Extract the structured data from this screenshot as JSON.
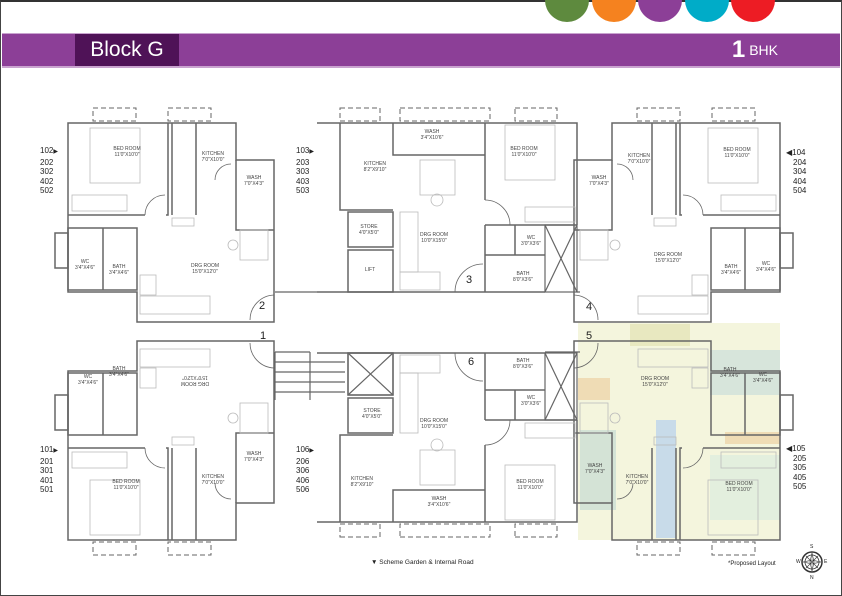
{
  "header": {
    "block_label": "Block G",
    "type_number": "1",
    "type_label": "BHK"
  },
  "brand_dots": [
    "#5e8a3e",
    "#f5821f",
    "#8c3f97",
    "#00acc8",
    "#ed1c24"
  ],
  "units": [
    {
      "id": "u102",
      "flats": [
        "102",
        "202",
        "302",
        "402",
        "502"
      ],
      "rooms": [
        {
          "name": "Bed Room",
          "dim": "11'0\"X10'0\""
        },
        {
          "name": "Kitchen",
          "dim": "7'0\"X10'0\""
        },
        {
          "name": "Wash",
          "dim": "7'0\"X4'3\""
        },
        {
          "name": "WC",
          "dim": "3'4\"X4'6\""
        },
        {
          "name": "Bath",
          "dim": "3'4\"X4'6\""
        },
        {
          "name": "Drg Room",
          "dim": "15'0\"X12'0\""
        }
      ]
    },
    {
      "id": "u101",
      "flats": [
        "101",
        "201",
        "301",
        "401",
        "501"
      ],
      "rooms": [
        {
          "name": "WC",
          "dim": "3'4\"X4'6\""
        },
        {
          "name": "Bath",
          "dim": "3'4\"X4'6\""
        },
        {
          "name": "Drg Room",
          "dim": "15'0\"X12'0\""
        },
        {
          "name": "Bed Room",
          "dim": "11'0\"X10'0\""
        },
        {
          "name": "Kitchen",
          "dim": "7'0\"X10'0\""
        },
        {
          "name": "Wash",
          "dim": "7'0\"X4'3\""
        }
      ]
    },
    {
      "id": "u103",
      "flats": [
        "103",
        "203",
        "303",
        "403",
        "503"
      ],
      "rooms": [
        {
          "name": "Kitchen",
          "dim": "8'2\"X9'10\""
        },
        {
          "name": "Wash",
          "dim": "3'4\"X10'6\""
        },
        {
          "name": "Bed Room",
          "dim": "11'0\"X10'0\""
        },
        {
          "name": "Store",
          "dim": "4'0\"X5'0\""
        },
        {
          "name": "Drg Room",
          "dim": "10'0\"X15'0\""
        },
        {
          "name": "Lift",
          "dim": ""
        },
        {
          "name": "WC",
          "dim": "3'0\"X3'6\""
        },
        {
          "name": "Bath",
          "dim": "8'0\"X3'6\""
        }
      ]
    },
    {
      "id": "u106",
      "flats": [
        "106",
        "206",
        "306",
        "406",
        "506"
      ],
      "rooms": [
        {
          "name": "Bath",
          "dim": "8'0\"X3'6\""
        },
        {
          "name": "WC",
          "dim": "3'0\"X3'6\""
        },
        {
          "name": "Store",
          "dim": "4'0\"X5'0\""
        },
        {
          "name": "Drg Room",
          "dim": "10'0\"X15'0\""
        },
        {
          "name": "Kitchen",
          "dim": "8'2\"X9'10\""
        },
        {
          "name": "Wash",
          "dim": "3'4\"X10'6\""
        },
        {
          "name": "Bed Room",
          "dim": "11'0\"X10'0\""
        }
      ]
    },
    {
      "id": "u104",
      "flats": [
        "104",
        "204",
        "304",
        "404",
        "504"
      ],
      "rooms": [
        {
          "name": "Kitchen",
          "dim": "7'0\"X10'0\""
        },
        {
          "name": "Bed Room",
          "dim": "11'0\"X10'0\""
        },
        {
          "name": "Wash",
          "dim": "7'0\"X4'3\""
        },
        {
          "name": "Drg Room",
          "dim": "15'0\"X12'0\""
        },
        {
          "name": "Bath",
          "dim": "3'4\"X4'6\""
        },
        {
          "name": "WC",
          "dim": "3'4\"X4'6\""
        }
      ]
    },
    {
      "id": "u105",
      "flats": [
        "105",
        "205",
        "305",
        "405",
        "505"
      ],
      "rooms": [
        {
          "name": "Drg Room",
          "dim": "15'0\"X12'0\""
        },
        {
          "name": "Bath",
          "dim": "3'4\"X4'6\""
        },
        {
          "name": "WC",
          "dim": "3'4\"X4'6\""
        },
        {
          "name": "Wash",
          "dim": "7'0\"X4'3\""
        },
        {
          "name": "Kitchen",
          "dim": "7'0\"X10'0\""
        },
        {
          "name": "Bed Room",
          "dim": "11'0\"X10'0\""
        }
      ]
    }
  ],
  "door_markers": [
    "1",
    "2",
    "3",
    "4",
    "5",
    "6"
  ],
  "footer": {
    "road_note": "Scheme Garden & Internal Road",
    "proposed_note": "*Proposed Layout"
  },
  "compass": {
    "n": "N",
    "s": "S",
    "e": "E",
    "w": "W"
  }
}
